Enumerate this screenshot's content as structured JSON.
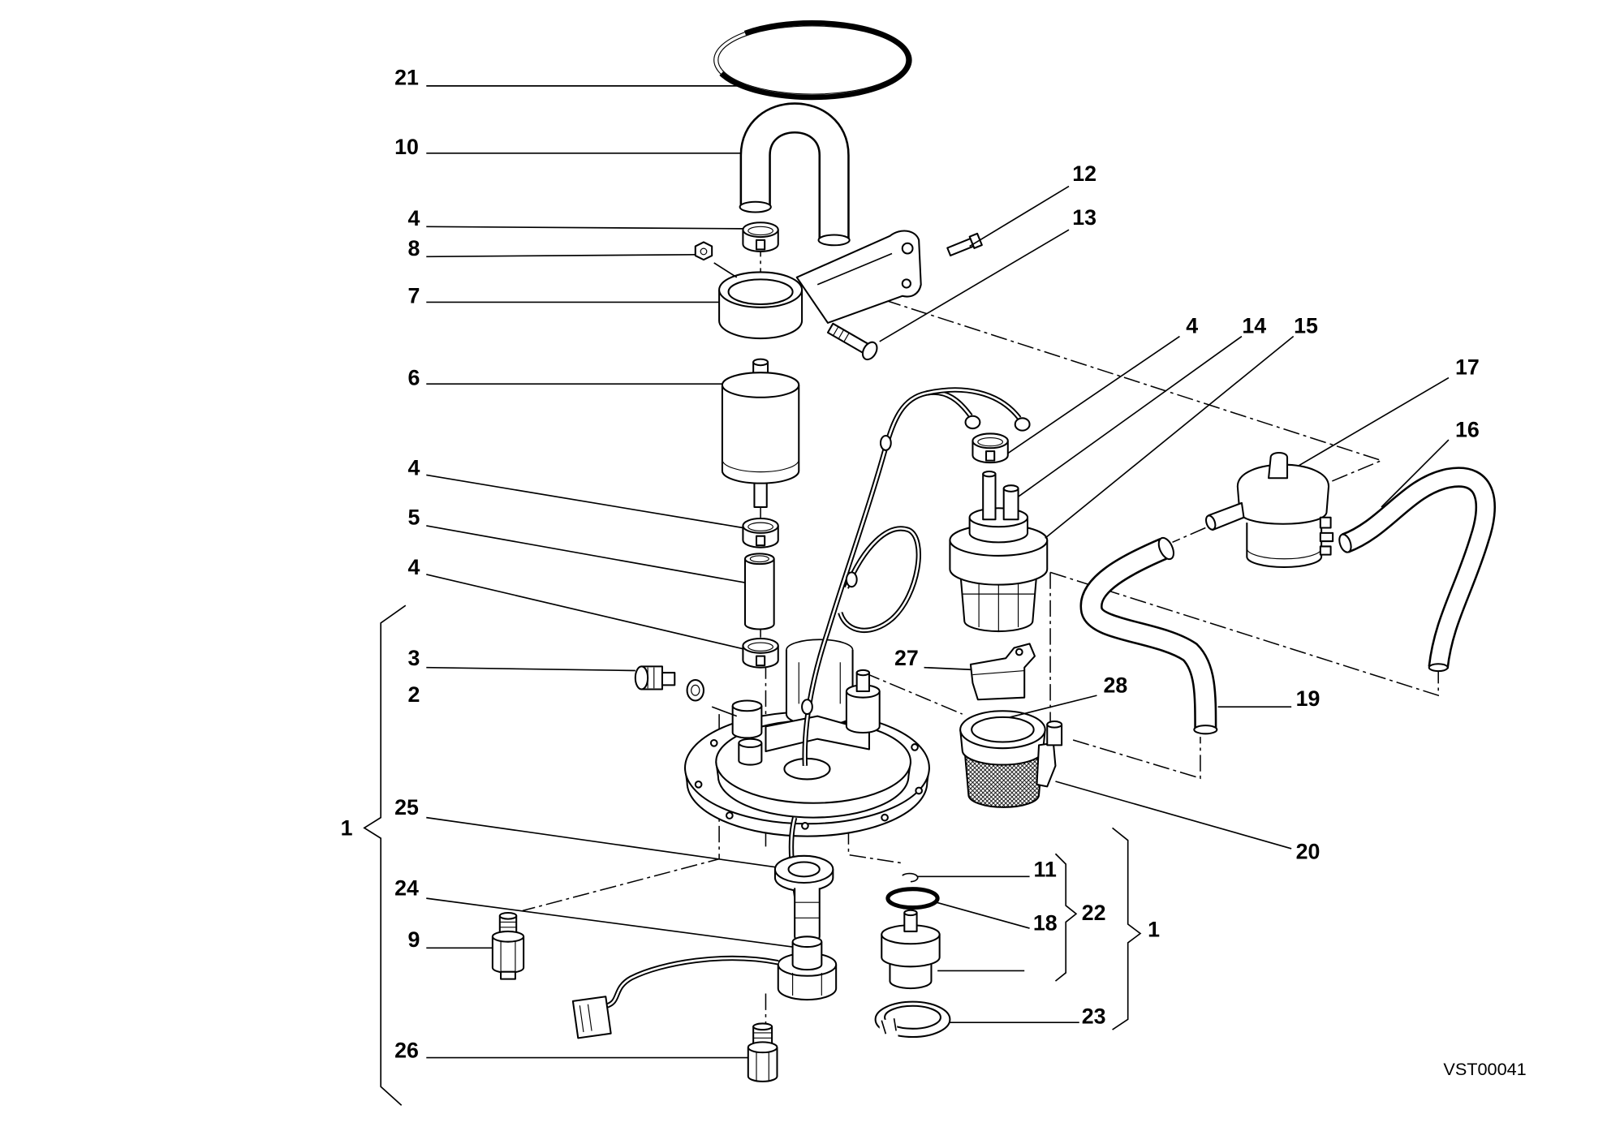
{
  "callouts": [
    "21",
    "10",
    "4",
    "8",
    "7",
    "6",
    "4",
    "5",
    "4",
    "3",
    "2",
    "25",
    "24",
    "9",
    "26",
    "1",
    "12",
    "13",
    "4",
    "14",
    "15",
    "17",
    "16",
    "27",
    "28",
    "19",
    "20",
    "11",
    "18",
    "22",
    "1",
    "23"
  ],
  "figure_code": "VST00041",
  "colors": {
    "ink": "#000000",
    "background": "#ffffff"
  }
}
